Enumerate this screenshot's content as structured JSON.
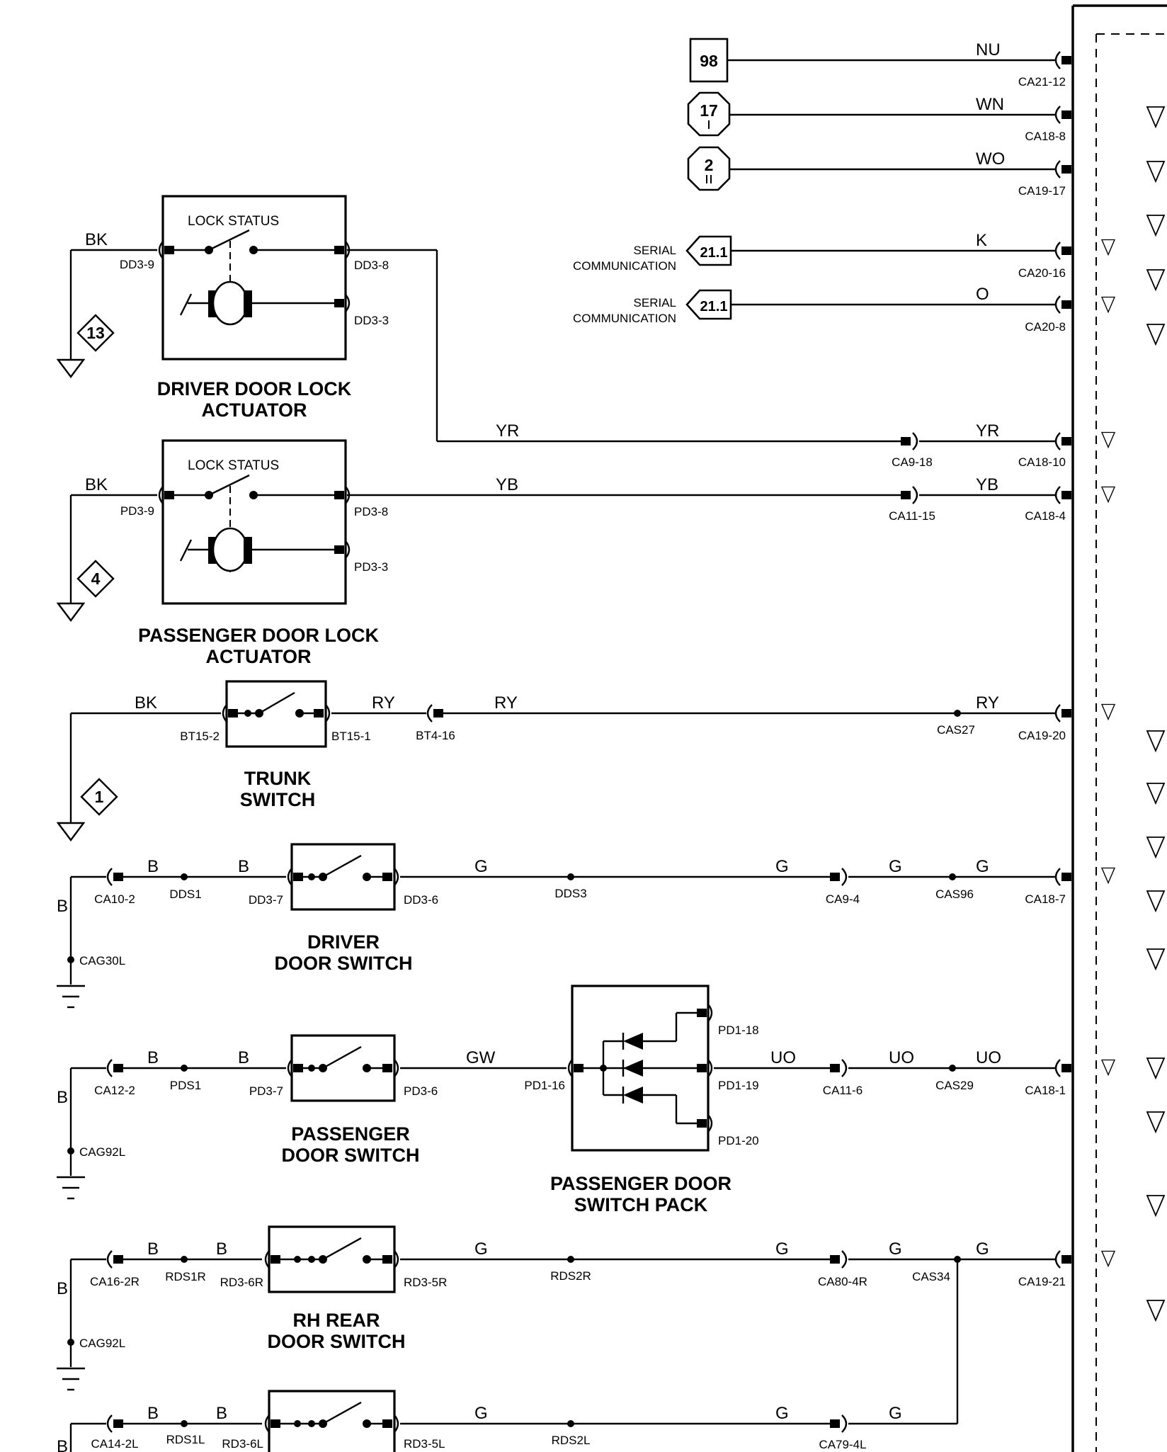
{
  "reference_tags": {
    "ref_98": "98",
    "ref_17": "17",
    "ref_2": "2",
    "ref_21_a": "21.1",
    "ref_21_b": "21.1",
    "ref_13": "13",
    "ref_4": "4",
    "ref_1": "1"
  },
  "serial_label": {
    "line1": "SERIAL",
    "line2": "COMMUNICATION"
  },
  "wire_colors": {
    "nu": "NU",
    "wn": "WN",
    "wo": "WO",
    "k": "K",
    "o": "O",
    "yr_mid": "YR",
    "yr_right": "YR",
    "yb_mid": "YB",
    "yb_right": "YB",
    "bk_driver": "BK",
    "bk_passenger": "BK",
    "bk_trunk": "BK",
    "ry_1": "RY",
    "ry_2": "RY",
    "ry_3": "RY",
    "b_dds_1": "B",
    "b_dds_2": "B",
    "b_dds_v": "B",
    "g_dds_1": "G",
    "g_dds_2": "G",
    "g_dds_3": "G",
    "g_dds_4": "G",
    "b_pds_1": "B",
    "b_pds_2": "B",
    "b_pds_v": "B",
    "gw": "GW",
    "uo_1": "UO",
    "uo_2": "UO",
    "uo_3": "UO",
    "b_rh_1": "B",
    "b_rh_2": "B",
    "b_rh_v": "B",
    "g_rh_1": "G",
    "g_rh_2": "G",
    "g_rh_3": "G",
    "g_rh_4": "G",
    "b_lh_1": "B",
    "b_lh_2": "B",
    "b_lh_v": "B",
    "g_lh_1": "G",
    "g_lh_2": "G",
    "g_lh_3": "G"
  },
  "connectors": {
    "ca21_12": "CA21-12",
    "ca18_8": "CA18-8",
    "ca19_17": "CA19-17",
    "ca20_16": "CA20-16",
    "ca20_8": "CA20-8",
    "dd3_9": "DD3-9",
    "dd3_8": "DD3-8",
    "dd3_3": "DD3-3",
    "pd3_9": "PD3-9",
    "pd3_8": "PD3-8",
    "pd3_3": "PD3-3",
    "ca9_18": "CA9-18",
    "ca18_10": "CA18-10",
    "ca11_15": "CA11-15",
    "ca18_4": "CA18-4",
    "bt15_2": "BT15-2",
    "bt15_1": "BT15-1",
    "bt4_16": "BT4-16",
    "cas27": "CAS27",
    "ca19_20": "CA19-20",
    "ca10_2": "CA10-2",
    "dds1": "DDS1",
    "dd3_7": "DD3-7",
    "dd3_6": "DD3-6",
    "dds3": "DDS3",
    "ca9_4": "CA9-4",
    "cas96": "CAS96",
    "ca18_7": "CA18-7",
    "cag30l": "CAG30L",
    "ca12_2": "CA12-2",
    "pds1": "PDS1",
    "pd3_7": "PD3-7",
    "pd3_6": "PD3-6",
    "pd1_16": "PD1-16",
    "pd1_18": "PD1-18",
    "pd1_19": "PD1-19",
    "pd1_20": "PD1-20",
    "ca11_6": "CA11-6",
    "cas29": "CAS29",
    "ca18_1": "CA18-1",
    "cag92l_a": "CAG92L",
    "ca16_2r": "CA16-2R",
    "rds1r": "RDS1R",
    "rd3_6r": "RD3-6R",
    "rd3_5r": "RD3-5R",
    "rds2r": "RDS2R",
    "ca80_4r": "CA80-4R",
    "cas34": "CAS34",
    "ca19_21": "CA19-21",
    "cag92l_b": "CAG92L",
    "ca14_2l": "CA14-2L",
    "rds1l": "RDS1L",
    "rd3_6l": "RD3-6L",
    "rd3_5l": "RD3-5L",
    "rds2l": "RDS2L",
    "ca79_4l": "CA79-4L"
  },
  "components": {
    "lock_status_1": "LOCK STATUS",
    "lock_status_2": "LOCK STATUS",
    "driver_lock_1": "DRIVER DOOR LOCK",
    "driver_lock_2": "ACTUATOR",
    "pass_lock_1": "PASSENGER DOOR LOCK",
    "pass_lock_2": "ACTUATOR",
    "trunk_1": "TRUNK",
    "trunk_2": "SWITCH",
    "driver_sw_1": "DRIVER",
    "driver_sw_2": "DOOR SWITCH",
    "pass_sw_1": "PASSENGER",
    "pass_sw_2": "DOOR SWITCH",
    "pack_1": "PASSENGER DOOR",
    "pack_2": "SWITCH PACK",
    "rh_sw_1": "RH REAR",
    "rh_sw_2": "DOOR SWITCH"
  }
}
